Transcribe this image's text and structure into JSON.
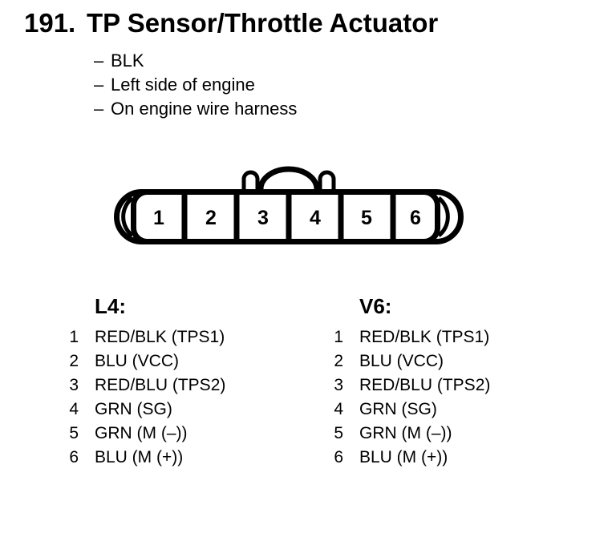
{
  "page": {
    "number": "191.",
    "title": "TP Sensor/Throttle Actuator",
    "bullet_dash": "–",
    "notes": [
      "BLK",
      "Left side of engine",
      "On engine wire harness"
    ]
  },
  "connector": {
    "pins": [
      "1",
      "2",
      "3",
      "4",
      "5",
      "6"
    ]
  },
  "pinouts": {
    "left": {
      "header": "L4:",
      "rows": [
        {
          "pin": "1",
          "label": "RED/BLK (TPS1)"
        },
        {
          "pin": "2",
          "label": "BLU (VCC)"
        },
        {
          "pin": "3",
          "label": "RED/BLU (TPS2)"
        },
        {
          "pin": "4",
          "label": "GRN (SG)"
        },
        {
          "pin": "5",
          "label": "GRN (M (–))"
        },
        {
          "pin": "6",
          "label": "BLU (M (+))"
        }
      ]
    },
    "right": {
      "header": "V6:",
      "rows": [
        {
          "pin": "1",
          "label": "RED/BLK (TPS1)"
        },
        {
          "pin": "2",
          "label": "BLU (VCC)"
        },
        {
          "pin": "3",
          "label": "RED/BLU (TPS2)"
        },
        {
          "pin": "4",
          "label": "GRN (SG)"
        },
        {
          "pin": "5",
          "label": "GRN (M (–))"
        },
        {
          "pin": "6",
          "label": "BLU (M (+))"
        }
      ]
    }
  },
  "colors": {
    "ink": "#000000",
    "paper": "#ffffff"
  }
}
